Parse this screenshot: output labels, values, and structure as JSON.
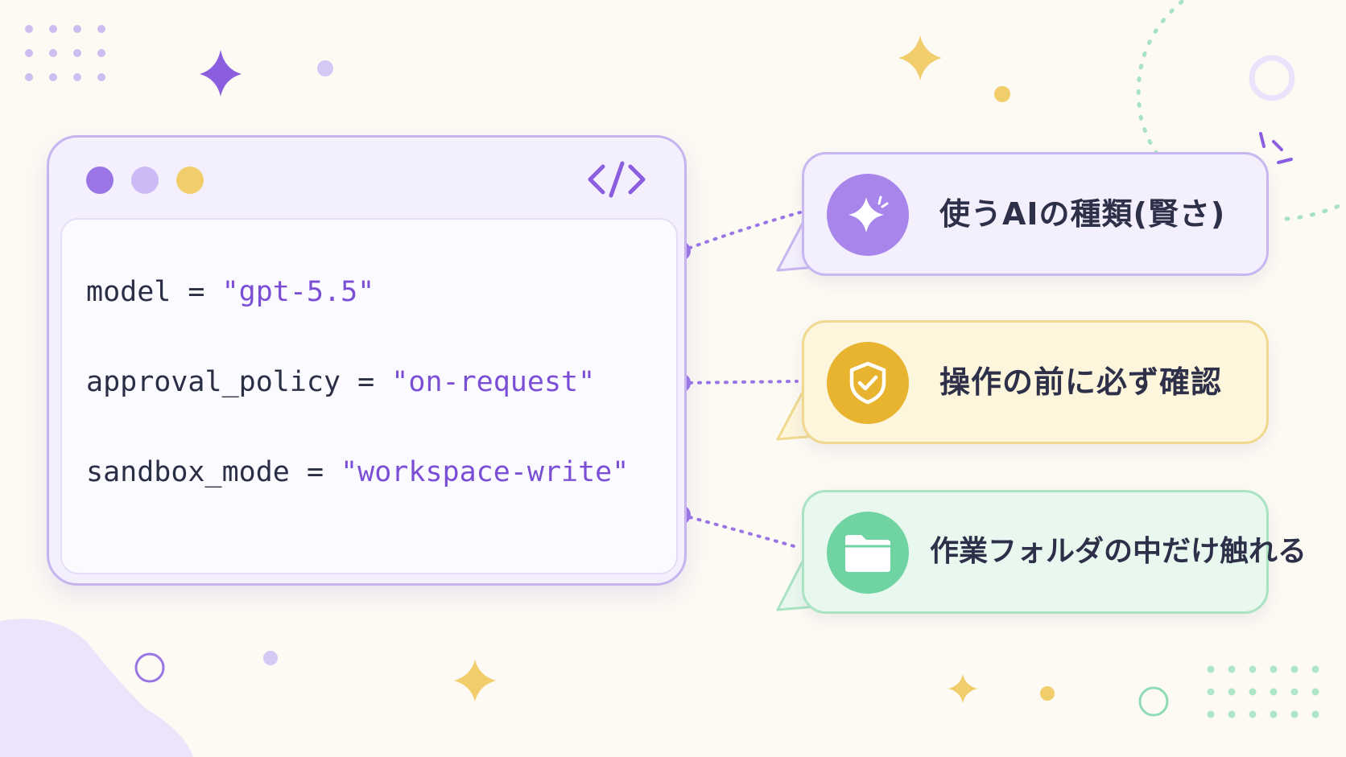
{
  "code_window": {
    "lines": [
      {
        "key": "model",
        "op": " = ",
        "value": "\"gpt-5.5\""
      },
      {
        "key": "approval_policy",
        "op": " = ",
        "value": "\"on-request\""
      },
      {
        "key": "sandbox_mode",
        "op": " = ",
        "value": "\"workspace-write\""
      }
    ],
    "header_icon": "code-brackets-icon"
  },
  "callouts": [
    {
      "label": "使うAIの種類(賢さ)",
      "icon": "sparkle-icon",
      "color": "#a785ea"
    },
    {
      "label": "操作の前に必ず確認",
      "icon": "shield-check-icon",
      "color": "#e8b42f"
    },
    {
      "label": "作業フォルダの中だけ触れる",
      "icon": "folder-icon",
      "color": "#6fd3a2"
    }
  ],
  "colors": {
    "accent": "#9a75e6",
    "string": "#7a4fd6",
    "background": "#fcfaf3"
  }
}
